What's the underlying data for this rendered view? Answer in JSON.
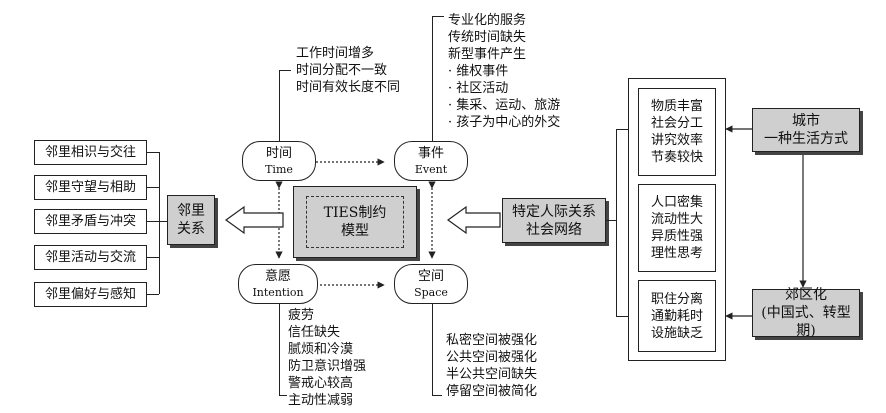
{
  "center": {
    "line1": "TIES制约",
    "line2": "模型"
  },
  "nodes": {
    "time": {
      "cn": "时间",
      "en": "Time"
    },
    "event": {
      "cn": "事件",
      "en": "Event"
    },
    "intention": {
      "cn": "意愿",
      "en": "Intention"
    },
    "space": {
      "cn": "空间",
      "en": "Space"
    }
  },
  "time_notes": [
    "工作时间增多",
    "时间分配不一致",
    "时间有效长度不同"
  ],
  "event_notes": [
    "专业化的服务",
    "传统时间缺失",
    "新型事件产生",
    "· 维权事件",
    "· 社区活动",
    "· 集采、运动、旅游",
    "· 孩子为中心的外交"
  ],
  "intention_notes": [
    "疲劳",
    "信任缺失",
    "腻烦和冷漠",
    "防卫意识增强",
    "警戒心较高",
    "主动性减弱"
  ],
  "space_notes": [
    "私密空间被强化",
    "公共空间被强化",
    "半公共空间缺失",
    "停留空间被简化"
  ],
  "neighborhood": {
    "line1": "邻里",
    "line2": "关系"
  },
  "relations": [
    "邻里相识与交往",
    "邻里守望与相助",
    "邻里矛盾与冲突",
    "邻里活动与交流",
    "邻里偏好与感知"
  ],
  "network": {
    "line1": "特定人际关系",
    "line2": "社会网络"
  },
  "city_panel": [
    [
      "物质丰富",
      "社会分工",
      "讲究效率",
      "节奏较快"
    ],
    [
      "人口密集",
      "流动性大",
      "异质性强",
      "理性思考"
    ],
    [
      "职住分离",
      "通勤耗时",
      "设施缺乏"
    ]
  ],
  "city": {
    "line1": "城市",
    "line2": "一种生活方式"
  },
  "suburb": {
    "line1": "郊区化",
    "line2": "(中国式、转型期)"
  }
}
